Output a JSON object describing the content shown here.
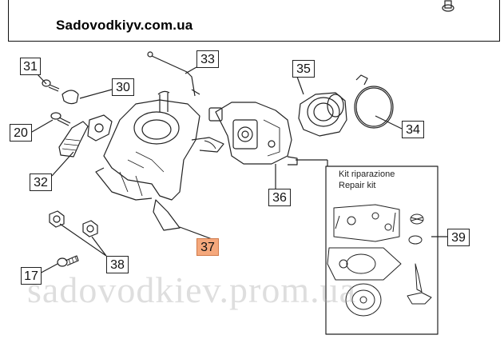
{
  "header": {
    "site": "Sadovodkiyv.com.ua"
  },
  "watermark": "sadovodkiev.prom.ua",
  "repair_kit": {
    "title_it": "Kit riparazione",
    "title_en": "Repair kit"
  },
  "callouts": [
    {
      "id": "31",
      "text": "31",
      "highlighted": false
    },
    {
      "id": "33",
      "text": "33",
      "highlighted": false
    },
    {
      "id": "30",
      "text": "30",
      "highlighted": false
    },
    {
      "id": "35",
      "text": "35",
      "highlighted": false
    },
    {
      "id": "20",
      "text": "20",
      "highlighted": false
    },
    {
      "id": "34",
      "text": "34",
      "highlighted": false
    },
    {
      "id": "32",
      "text": "32",
      "highlighted": false
    },
    {
      "id": "36",
      "text": "36",
      "highlighted": false
    },
    {
      "id": "39",
      "text": "39",
      "highlighted": false
    },
    {
      "id": "37",
      "text": "37",
      "highlighted": true
    },
    {
      "id": "38",
      "text": "38",
      "highlighted": false
    },
    {
      "id": "17",
      "text": "17",
      "highlighted": false
    }
  ],
  "colors": {
    "highlight": "#f5a87c",
    "line": "#222222"
  }
}
